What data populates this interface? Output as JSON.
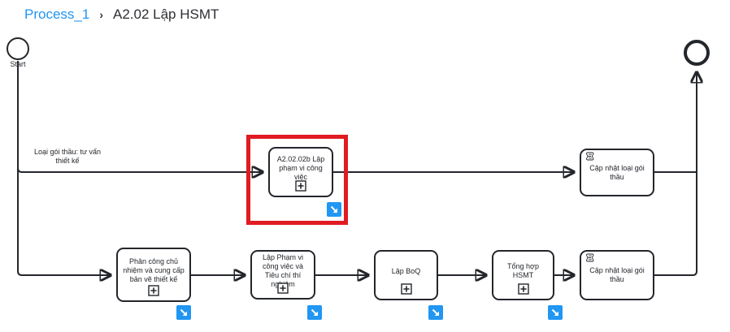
{
  "breadcrumb": {
    "separator": "›",
    "items": [
      {
        "label": "Process_1",
        "link": true
      },
      {
        "label": "A2.02 Lập HSMT",
        "link": false
      }
    ]
  },
  "colors": {
    "accent": "#2095f3",
    "line": "#23262b",
    "highlight": "#e01b22",
    "badge": "#2196f3"
  },
  "diagram": {
    "start_event": {
      "label": "Start"
    },
    "end_event": {},
    "flow_label": "Loại gói thầu: tư vấn thiết kế",
    "tasks": [
      {
        "label": "A2.02.02b Lập phạm vi công việc",
        "marker": "subprocess",
        "highlighted": true,
        "drilldown": true
      },
      {
        "label": "Cập nhật loại gói thầu",
        "marker": "script",
        "highlighted": false,
        "drilldown": false
      },
      {
        "label": "Phân công chủ nhiệm và cung cấp bản vẽ thiết kế",
        "marker": "subprocess",
        "highlighted": false,
        "drilldown": true
      },
      {
        "label": "Lập Phạm vi công việc và Tiêu chí thí nghiệm",
        "marker": "subprocess",
        "highlighted": false,
        "drilldown": true
      },
      {
        "label": "Lập BoQ",
        "marker": "subprocess",
        "highlighted": false,
        "drilldown": true
      },
      {
        "label": "Tổng hợp HSMT",
        "marker": "subprocess",
        "highlighted": false,
        "drilldown": true
      },
      {
        "label": "Cập nhật loại gói thầu",
        "marker": "script",
        "highlighted": false,
        "drilldown": false
      }
    ]
  }
}
